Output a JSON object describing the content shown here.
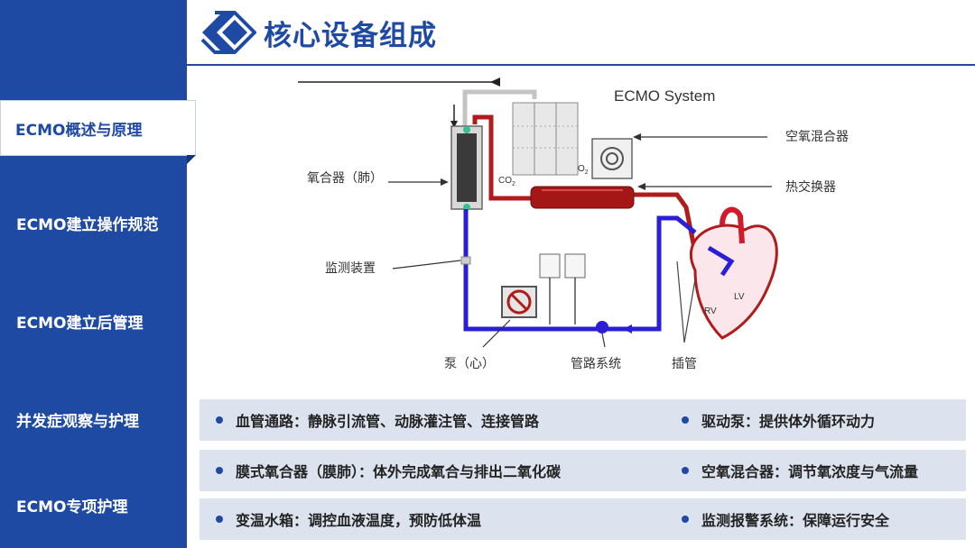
{
  "sidebar": {
    "items": [
      {
        "label": "ECMO概述与原理",
        "active": true
      },
      {
        "label": "ECMO建立操作规范",
        "active": false
      },
      {
        "label": "ECMO建立后管理",
        "active": false
      },
      {
        "label": "并发症观察与护理",
        "active": false
      },
      {
        "label": "ECMO专项护理",
        "active": false
      }
    ]
  },
  "header": {
    "title": "核心设备组成"
  },
  "diagram": {
    "title": "ECMO System",
    "labels": {
      "oxygenator": "氧合器（肺）",
      "blender": "空氧混合器",
      "heat_exchanger": "热交换器",
      "monitor": "监测装置",
      "pump": "泵（心）",
      "tubing": "管路系统",
      "cannula": "插管",
      "co2": "CO",
      "co2_sub": "2",
      "o2": "O",
      "o2_sub": "2",
      "rv": "RV",
      "lv": "LV"
    }
  },
  "info": {
    "rows": [
      {
        "left": "血管通路：静脉引流管、动脉灌注管、连接管路",
        "right": "驱动泵：提供体外循环动力"
      },
      {
        "left": "膜式氧合器（膜肺）：体外完成氧合与排出二氧化碳",
        "right": "空氧混合器：调节氧浓度与气流量"
      },
      {
        "left": "变温水箱：调控血液温度，预防低体温",
        "right": "监测报警系统：保障运行安全"
      }
    ]
  },
  "colors": {
    "primary": "#1f4aa3",
    "row_bg": "#dde3ee",
    "venous": "#2a1fd6",
    "arterial": "#b01c1c",
    "connector": "#33c28f"
  }
}
